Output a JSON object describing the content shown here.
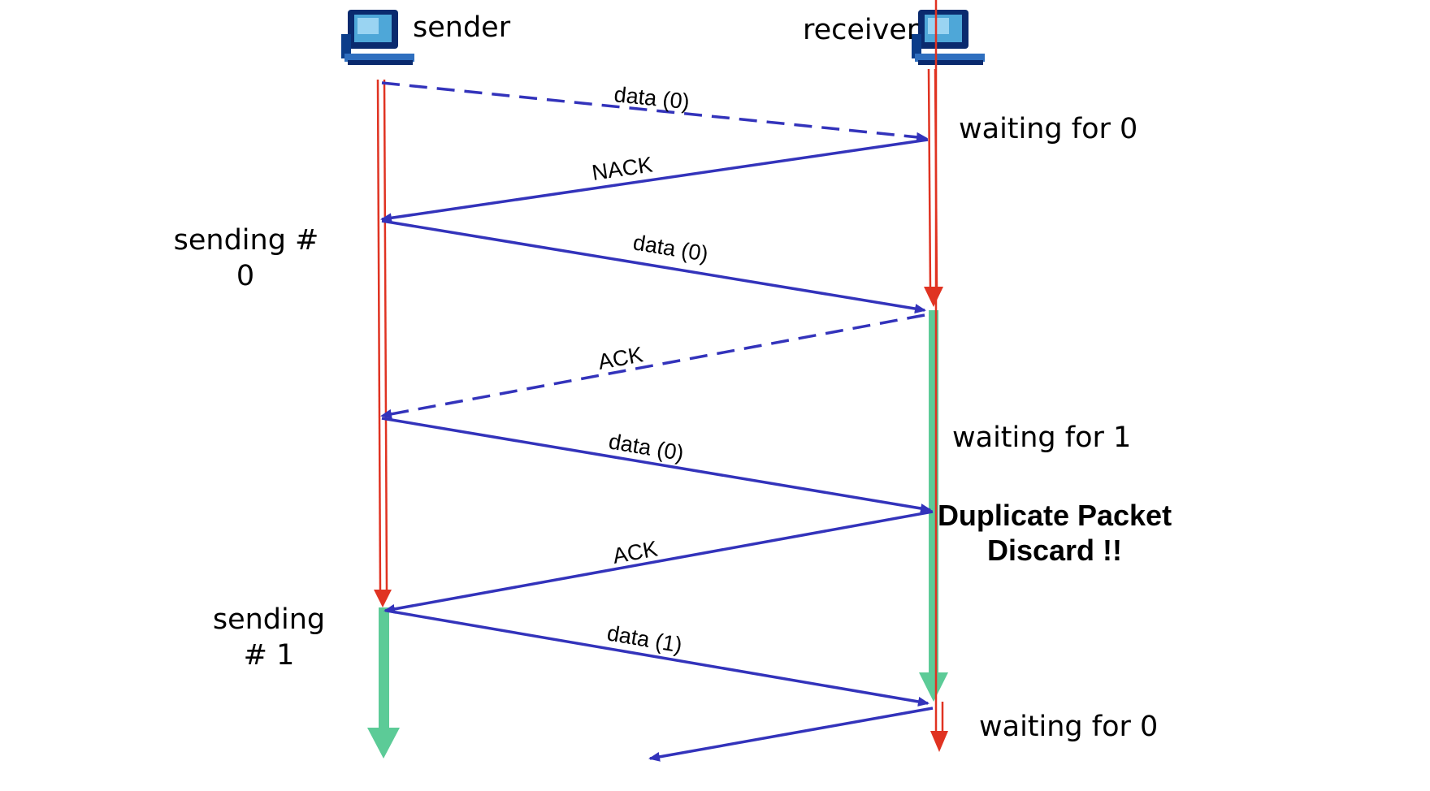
{
  "actors": {
    "sender": "sender",
    "receiver": "receiver"
  },
  "messages": {
    "m1": "data (0)",
    "m2": "NACK",
    "m3": "data (0)",
    "m4": "ACK",
    "m5": "data (0)",
    "m6": "ACK",
    "m7": "data (1)"
  },
  "states": {
    "receiver_wait0_top": "waiting for 0",
    "sender_sending0_line1": "sending #",
    "sender_sending0_line2": "0",
    "receiver_wait1": "waiting for 1",
    "duplicate_line1": "Duplicate Packet",
    "duplicate_line2": "Discard !!",
    "sender_sending1_line1": "sending",
    "sender_sending1_line2": "# 1",
    "receiver_wait0_bottom": "waiting for 0"
  },
  "colors": {
    "arrow_blue": "#3333bb",
    "timeline_red": "#e03322",
    "active_green": "#5ccb97"
  }
}
